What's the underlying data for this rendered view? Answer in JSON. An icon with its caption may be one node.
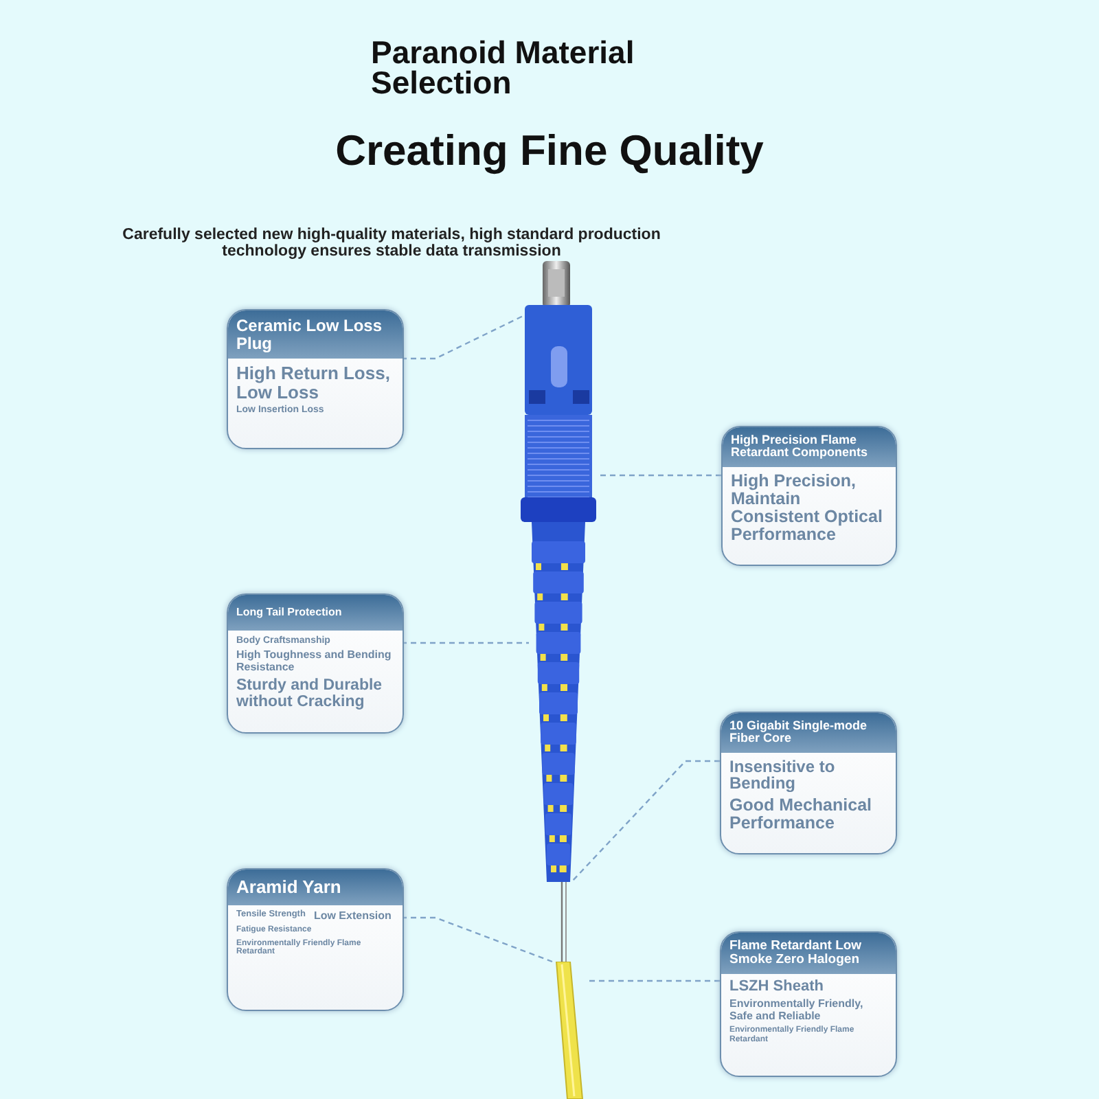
{
  "diagram": {
    "title": "Paranoid Material Selection",
    "nodes": [
      {
        "text": [
          "Ceramic Low Loss Plug",
          "High Return Loss, Low Loss",
          "Low Insertion Loss"
        ]
      },
      {
        "text": [
          "High Precision Flame Retardant Components",
          "High Precision, Maintain Consistent Optical Performance"
        ]
      },
      {
        "text": [
          "Long Tail Protection",
          "Body Craftsmanship",
          "High Toughness and Bending Resistance",
          "Sturdy and Durable without Cracking"
        ]
      },
      {
        "text": [
          "10 Gigabit Single-mode Fiber Core",
          "Insensitive to Bending",
          "Good Mechanical Performance"
        ]
      },
      {
        "text": [
          "Aramid Yarn",
          "Tensile Strength",
          "Low Extension",
          "Fatigue Resistance",
          "Environmentally Friendly Flame Retardant"
        ]
      },
      {
        "text": [
          "Flame Retardant Low Smoke Zero Halogen",
          "LSZH Sheath",
          "Environmentally Friendly, Safe and Reliable",
          "Environmentally Friendly Flame Retardant"
        ]
      },
      {
        "text": [],
        "shape": "picture"
      },
      {
        "text": [],
        "shape": "picture"
      },
      {
        "text": [],
        "shape": "picture"
      },
      {
        "text": [],
        "shape": "picture"
      },
      {
        "text": [],
        "shape": "picture"
      }
    ],
    "edges": [
      {
        "from": 0,
        "to": 6,
        "arrow": "none"
      },
      {
        "from": 1,
        "to": 7,
        "arrow": "none"
      },
      {
        "from": 2,
        "to": 8,
        "arrow": "none"
      },
      {
        "from": 3,
        "to": 9,
        "arrow": "none"
      },
      {
        "from": 4,
        "to": 10,
        "arrow": "none"
      },
      {
        "from": 5,
        "to": 10,
        "arrow": "none"
      }
    ],
    "labels": [
      "Creating Fine Quality",
      "Carefully selected new high-quality materials, high standard production technology ensures stable data transmission"
    ]
  }
}
